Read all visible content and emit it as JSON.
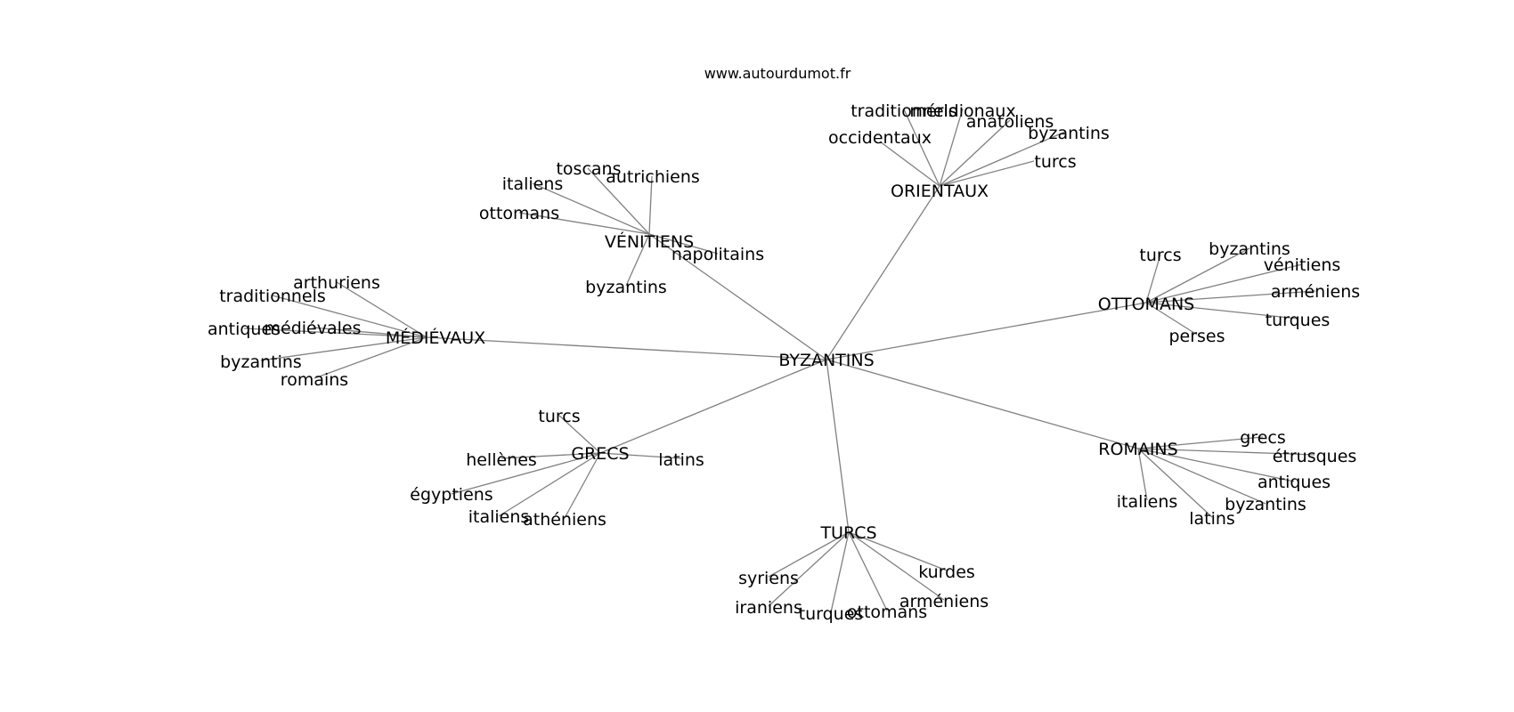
{
  "site": "www.autourdumot.fr",
  "center": "BYZANTINS",
  "clusters": [
    {
      "label": "ORIENTAUX",
      "words": [
        "traditionnels",
        "méridionaux",
        "anatoliens",
        "byzantins",
        "turcs",
        "occidentaux"
      ]
    },
    {
      "label": "VÉNITIENS",
      "words": [
        "toscans",
        "autrichiens",
        "italiens",
        "ottomans",
        "napolitains",
        "byzantins"
      ]
    },
    {
      "label": "OTTOMANS",
      "words": [
        "turcs",
        "byzantins",
        "vénitiens",
        "arméniens",
        "turques",
        "perses"
      ]
    },
    {
      "label": "MÉDIÉVAUX",
      "words": [
        "arthuriens",
        "traditionnels",
        "antiques",
        "médiévales",
        "byzantins",
        "romains"
      ]
    },
    {
      "label": "GRECS",
      "words": [
        "turcs",
        "hellènes",
        "latins",
        "égyptiens",
        "italiens",
        "athéniens"
      ]
    },
    {
      "label": "ROMAINS",
      "words": [
        "grecs",
        "étrusques",
        "antiques",
        "byzantins",
        "latins",
        "italiens"
      ]
    },
    {
      "label": "TURCS",
      "words": [
        "syriens",
        "iraniens",
        "turques",
        "ottomans",
        "arméniens",
        "kurdes"
      ]
    }
  ]
}
